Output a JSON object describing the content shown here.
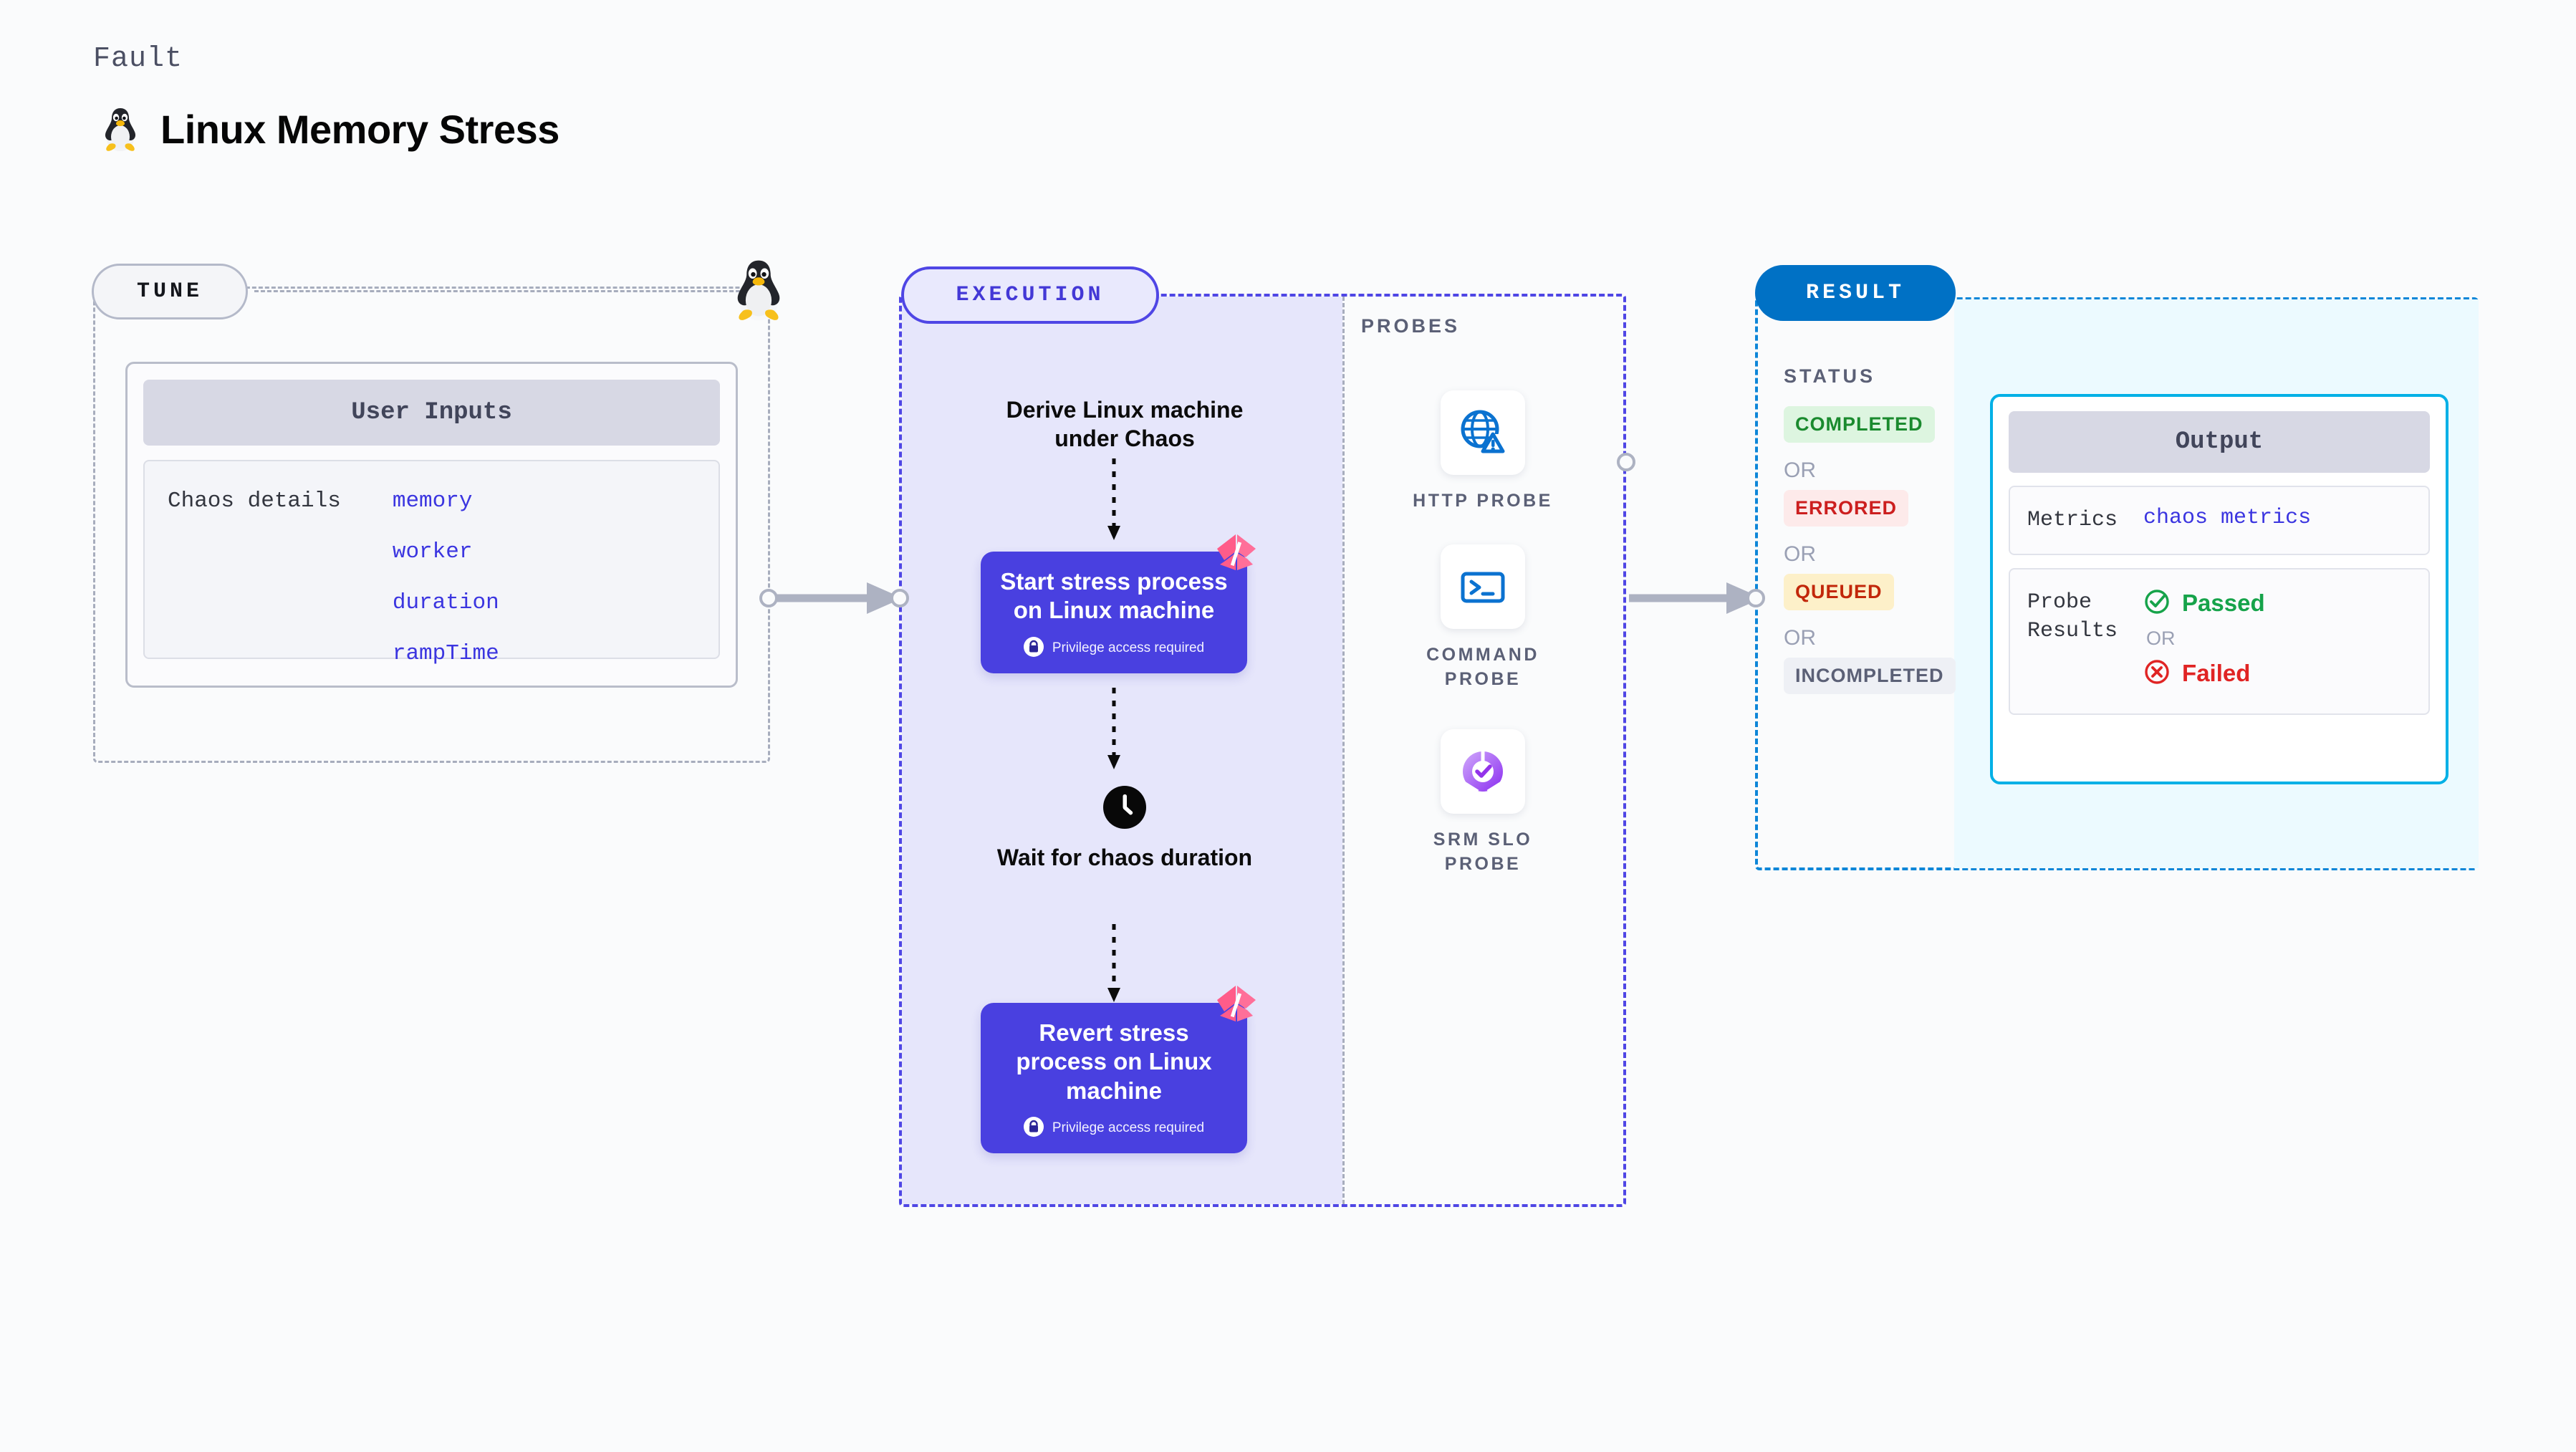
{
  "header": {
    "eyebrow": "Fault",
    "title": "Linux Memory Stress",
    "icon": "linux-tux-icon"
  },
  "tune": {
    "pill_label": "TUNE",
    "card": {
      "header": "User Inputs",
      "key_label": "Chaos details",
      "params": [
        "memory",
        "worker",
        "duration",
        "rampTime"
      ]
    },
    "corner_icon": "linux-tux-icon"
  },
  "execution": {
    "pill_label": "EXECUTION",
    "steps": [
      {
        "type": "text",
        "label": "Derive Linux machine under Chaos"
      },
      {
        "type": "action",
        "label": "Start stress process on Linux machine",
        "note": "Privilege access required",
        "note_icon": "lock-icon",
        "badge_icon": "harness-logo-icon"
      },
      {
        "type": "wait",
        "label": "Wait for chaos duration",
        "icon": "clock-icon"
      },
      {
        "type": "action",
        "label": "Revert stress process on Linux machine",
        "note": "Privilege access required",
        "note_icon": "lock-icon",
        "badge_icon": "harness-logo-icon"
      }
    ]
  },
  "probes": {
    "section_label": "PROBES",
    "items": [
      {
        "label": "HTTP PROBE",
        "icon": "globe-warning-icon"
      },
      {
        "label": "COMMAND PROBE",
        "icon": "terminal-icon"
      },
      {
        "label": "SRM SLO PROBE",
        "icon": "slo-donut-check-icon"
      }
    ]
  },
  "result": {
    "pill_label": "RESULT",
    "status_label": "STATUS",
    "or_label": "OR",
    "statuses": [
      {
        "label": "COMPLETED",
        "bg": "#ddf5e0",
        "fg": "#1a8a2e"
      },
      {
        "label": "ERRORED",
        "bg": "#fdeaea",
        "fg": "#cc1f1f"
      },
      {
        "label": "QUEUED",
        "bg": "#fdf0c9",
        "fg": "#c2270a"
      },
      {
        "label": "INCOMPLETED",
        "bg": "#eef0f5",
        "fg": "#5b6076"
      }
    ],
    "output": {
      "header": "Output",
      "metrics_key": "Metrics",
      "metrics_value": "chaos metrics",
      "probe_results_key": "Probe\nResults",
      "passed_label": "Passed",
      "failed_label": "Failed",
      "or_label": "OR",
      "passed_icon": "check-circle-icon",
      "failed_icon": "x-circle-icon"
    }
  },
  "colors": {
    "accent_purple": "#4940e0",
    "accent_blue": "#0071c5",
    "accent_cyan": "#00b0e6",
    "harness_pink": "#ff5c8a",
    "param_blue": "#3b35e0"
  }
}
